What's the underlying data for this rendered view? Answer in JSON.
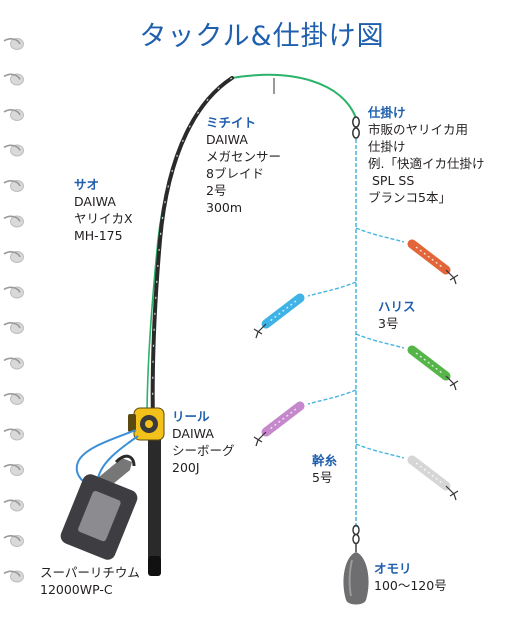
{
  "title": "タックル&仕掛け図",
  "colors": {
    "heading": "#1f5fae",
    "mainline": "#2bb36a",
    "leader": "#49b4e0",
    "rod": "#2a2a2a"
  },
  "rod": {
    "heading": "サオ",
    "lines": [
      "DAIWA",
      "ヤリイカX",
      "MH-175"
    ]
  },
  "line": {
    "heading": "ミチイト",
    "lines": [
      "DAIWA",
      "メガセンサー",
      "8ブレイド",
      "2号",
      "300m"
    ]
  },
  "reel": {
    "heading": "リール",
    "lines": [
      "DAIWA",
      "シーボーグ",
      "200J"
    ]
  },
  "battery": {
    "lines": [
      "スーパーリチウム",
      "12000WP-C"
    ]
  },
  "rig": {
    "heading": "仕掛け",
    "lines": [
      "市販のヤリイカ用",
      "仕掛け",
      "例.「快適イカ仕掛け",
      " SPL SS",
      "ブランコ5本」"
    ]
  },
  "harisu": {
    "heading": "ハリス",
    "lines": [
      "3号"
    ]
  },
  "mikiito": {
    "heading": "幹糸",
    "lines": [
      "5号"
    ]
  },
  "sinker": {
    "heading": "オモリ",
    "lines": [
      "100〜120号"
    ]
  },
  "lures": [
    {
      "color": "#e2663a",
      "side": "right"
    },
    {
      "color": "#3fb2e6",
      "side": "left"
    },
    {
      "color": "#55b548",
      "side": "right"
    },
    {
      "color": "#c688cc",
      "side": "left"
    },
    {
      "color": "#d6d6d6",
      "side": "right"
    }
  ]
}
